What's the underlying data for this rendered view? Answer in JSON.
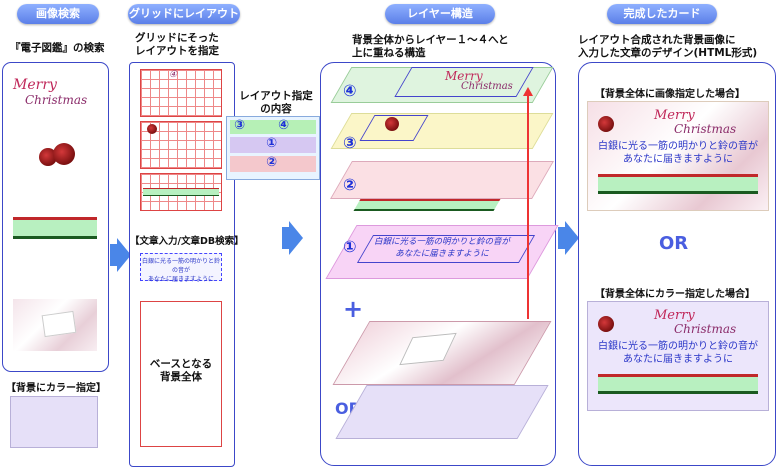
{
  "headers": {
    "step1": "画像検索",
    "step2": "グリッドにレイアウト",
    "step3": "レイヤー構造",
    "step4": "完成したカード"
  },
  "panel1": {
    "caption": "『電子図鑑』の検索",
    "bg_label": "【背景にカラー指定】",
    "merry": "Merry",
    "christmas": "Christmas"
  },
  "panel2": {
    "caption_line1": "グリッドにそった",
    "caption_line2": "レイアウトを指定",
    "layout_title_line1": "レイアウト指定",
    "layout_title_line2": "の内容",
    "layout_nums": [
      "③",
      "④",
      "①",
      "②"
    ],
    "text_section_label": "【文章入力/文章DB検索】",
    "small_text_line1": "白銀に光る一筋の明かりと鈴の音が",
    "small_text_line2": "あなたに届きますように",
    "base_label_line1": "ベースとなる",
    "base_label_line2": "背景全体"
  },
  "panel3": {
    "caption_line1": "背景全体からレイヤー１～４へと",
    "caption_line2": "上に重ねる構造",
    "nums": [
      "④",
      "③",
      "②",
      "①"
    ],
    "layer1_text_line1": "白銀に光る一筋の明かりと鈴の音が",
    "layer1_text_line2": "あなたに届きますように",
    "plus": "+",
    "or": "OR",
    "merry": "Merry",
    "christmas": "Christmas"
  },
  "panel4": {
    "caption_line1": "レイアウト合成された背景画像に",
    "caption_line2": "入力した文章のデザイン(HTML形式)",
    "card1_label": "【背景全体に画像指定した場合】",
    "card2_label": "【背景全体にカラー指定した場合】",
    "or": "OR",
    "merry": "Merry",
    "christmas": "Christmas",
    "card_text_line1": "白銀に光る一筋の明かりと鈴の音が",
    "card_text_line2": "あなたに届きますように"
  },
  "colors": {
    "accent_blue": "#3c48c8",
    "arrow_blue": "#4a86e8",
    "lavender": "#e6e0f8",
    "ribbon_green": "#b8f0c0",
    "ribbon_red": "#c0282a"
  }
}
